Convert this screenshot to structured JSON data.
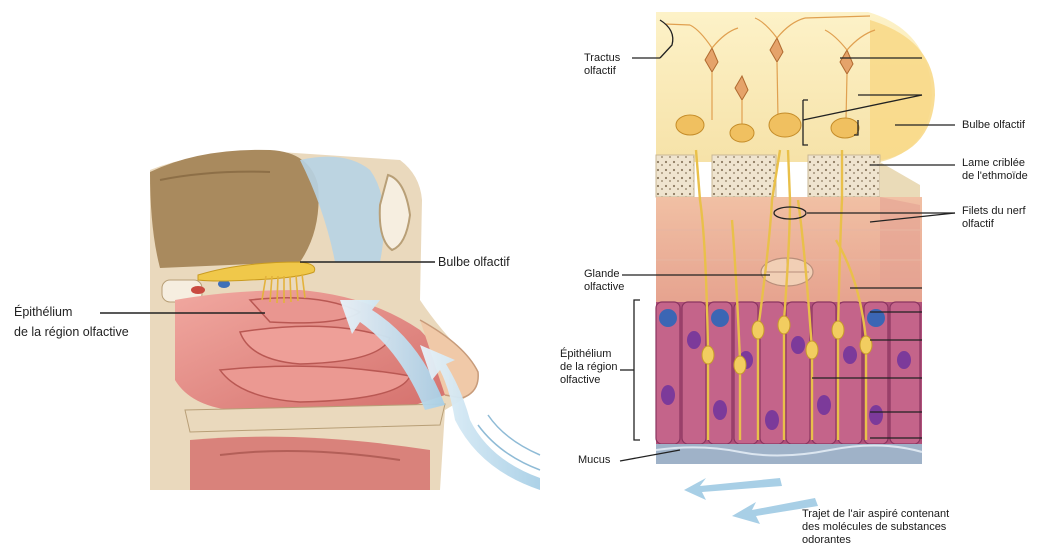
{
  "left_figure": {
    "labels": {
      "bulbe": "Bulbe olfactif",
      "epithelium_l1": "Épithélium",
      "epithelium_l2": "de la région olfactive"
    }
  },
  "right_figure": {
    "labels": {
      "tractus_l1": "Tractus",
      "tractus_l2": "olfactif",
      "bulbe": "Bulbe olfactif",
      "lame_l1": "Lame criblée",
      "lame_l2": "de l'ethmoïde",
      "filets_l1": "Filets du nerf",
      "filets_l2": "olfactif",
      "glande_l1": "Glande",
      "glande_l2": "olfactive",
      "epi_l1": "Épithélium",
      "epi_l2": "de la région",
      "epi_l3": "olfactive",
      "mucus": "Mucus",
      "trajet_l1": "Trajet de l'air aspiré contenant",
      "trajet_l2": "des molécules de substances",
      "trajet_l3": "odorantes"
    }
  },
  "colors": {
    "bone": "#e9dcc4",
    "brain": "#a98a5e",
    "mucosa": "#e08a86",
    "nerve": "#e8c24a",
    "air_arrow": "#bfdcee",
    "epithelium_cell": "#b0507a",
    "nucleus": "#7c3a9a"
  }
}
